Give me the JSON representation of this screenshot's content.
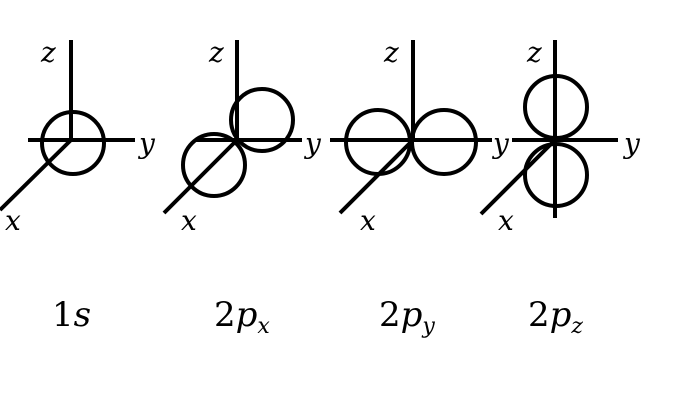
{
  "axes": {
    "z": "z",
    "y": "y",
    "x": "x"
  },
  "orbitals": [
    {
      "id": "1s",
      "num": "1",
      "letter": "s",
      "sub": ""
    },
    {
      "id": "2px",
      "num": "2",
      "letter": "p",
      "sub": "x"
    },
    {
      "id": "2py",
      "num": "2",
      "letter": "p",
      "sub": "y"
    },
    {
      "id": "2pz",
      "num": "2",
      "letter": "p",
      "sub": "z"
    }
  ]
}
